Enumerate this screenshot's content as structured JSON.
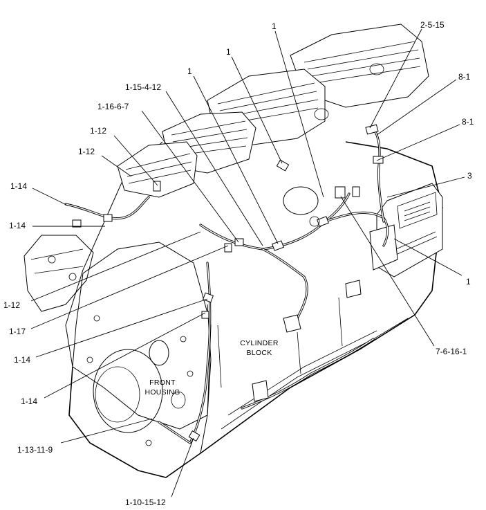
{
  "diagram": {
    "region_labels": {
      "cylinder_block": [
        "CYLINDER",
        "BLOCK"
      ],
      "front_housing": [
        "FRONT",
        "HOUSING"
      ]
    },
    "callouts": {
      "c1": "1",
      "c2": "1",
      "c3": "1",
      "c4": "2-5-15",
      "c5": "8-1",
      "c6": "8-1",
      "c7": "1-15-4-12",
      "c8": "1-16-6-7",
      "c9": "1-12",
      "c10": "1-12",
      "c11": "1-14",
      "c12": "1-14",
      "c13": "3",
      "c14": "1",
      "c15": "1-12",
      "c16": "1-17",
      "c17": "1-14",
      "c18": "1-14",
      "c19": "7-6-16-1",
      "c20": "1-13-11-9",
      "c21": "1-10-15-12"
    }
  }
}
